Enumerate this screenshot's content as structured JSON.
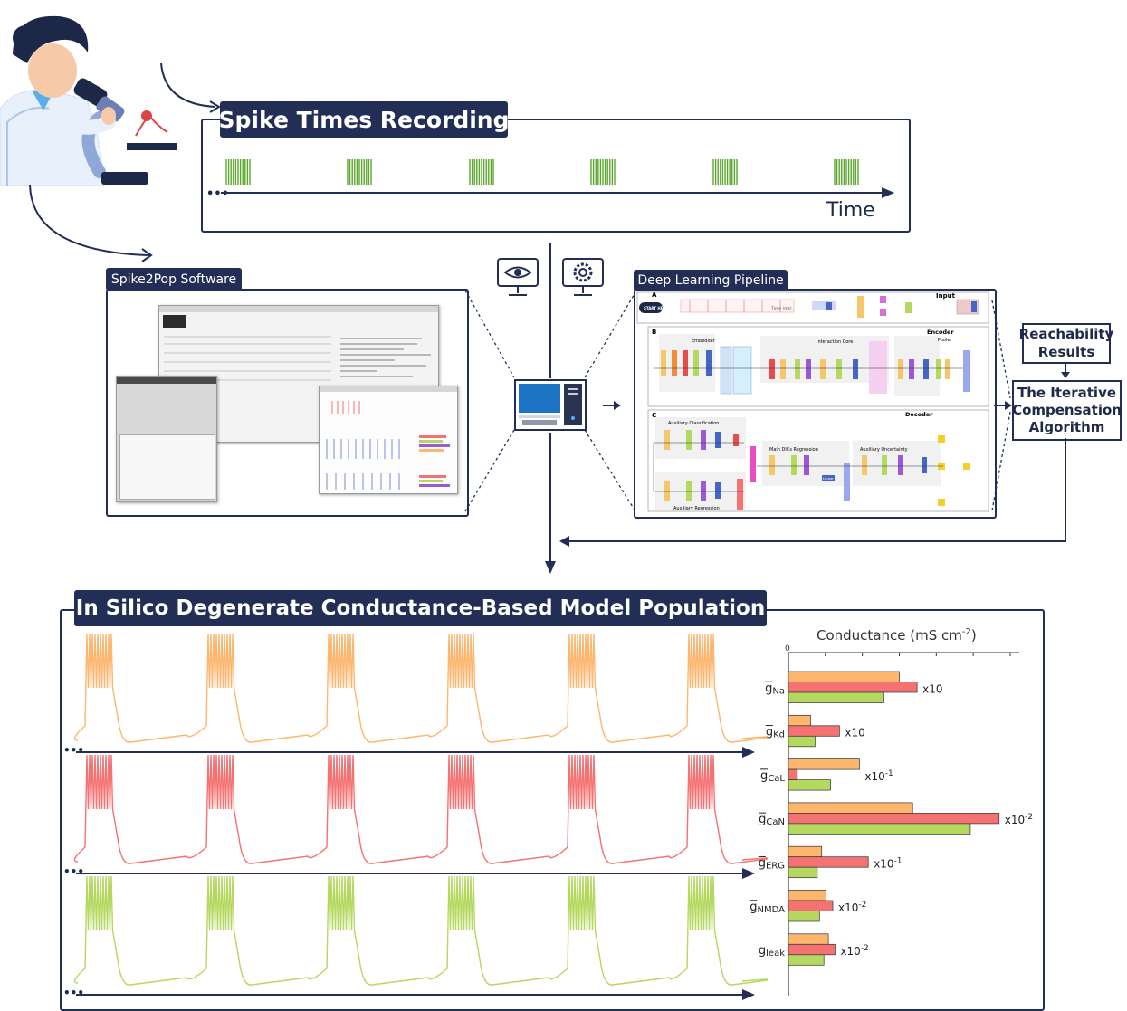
{
  "recording": {
    "title": "Spike Times Recording",
    "axis_label": "Time"
  },
  "software": {
    "title": "Spike2Pop Software"
  },
  "pipeline": {
    "title": "Deep Learning Pipeline",
    "section_a": "A",
    "section_b": "B",
    "section_c": "C",
    "input": "Input",
    "encoder": "Encoder",
    "embedder": "Embedder",
    "interaction_core": "Interaction Core",
    "pooler": "Pooler",
    "decoder": "Decoder",
    "aux_classification": "Auxiliary Classification",
    "main_regression": "Main DICs Regression",
    "aux_uncertainty": "Auxiliary Uncertainty",
    "aux_regression": "Auxiliary Regression",
    "start_here": "START HERE",
    "time_label": "Time (ms)",
    "linear": "Linear"
  },
  "reachability": {
    "line1": "Reachability",
    "line2": "Results"
  },
  "compensation": {
    "line1": "The Iterative",
    "line2": "Compensation",
    "line3": "Algorithm"
  },
  "population": {
    "title": "In Silico Degenerate Conductance-Based Model Population"
  },
  "colors": {
    "navy": "#232e57",
    "orange": "#fdb66e",
    "red": "#f47272",
    "green": "#b5d860",
    "spike_green": "#5aa82c"
  },
  "chart_data": {
    "type": "bar",
    "title": "Conductance (mS cm",
    "title_sup": "-2",
    "title_close": ")",
    "axis_zero": "0",
    "categories": [
      "ḡNa",
      "ḡKd",
      "ḡCaL",
      "ḡCaN",
      "ḡERG",
      "ḡNMDA",
      "gleak"
    ],
    "category_base": [
      "g",
      "g",
      "g",
      "g",
      "g",
      "g",
      "g"
    ],
    "category_sub": [
      "Na",
      "Kd",
      "CaL",
      "CaN",
      "ERG",
      "NMDA",
      "leak"
    ],
    "category_bar": [
      true,
      true,
      true,
      true,
      true,
      true,
      false
    ],
    "scale_labels": [
      "x10",
      "x10",
      "x10",
      "x10",
      "x10",
      "x10",
      "x10"
    ],
    "scale_exponents": [
      "",
      "",
      "-1",
      "-2",
      "-1",
      "-2",
      "-2"
    ],
    "xlim": [
      0,
      1
    ],
    "series": [
      {
        "color": "#fdb66e",
        "values": [
          0.5,
          0.1,
          0.32,
          0.56,
          0.15,
          0.17,
          0.18
        ]
      },
      {
        "color": "#f47272",
        "values": [
          0.58,
          0.23,
          0.04,
          0.95,
          0.36,
          0.2,
          0.21
        ]
      },
      {
        "color": "#b5d860",
        "values": [
          0.43,
          0.12,
          0.19,
          0.82,
          0.13,
          0.14,
          0.16
        ]
      }
    ]
  }
}
